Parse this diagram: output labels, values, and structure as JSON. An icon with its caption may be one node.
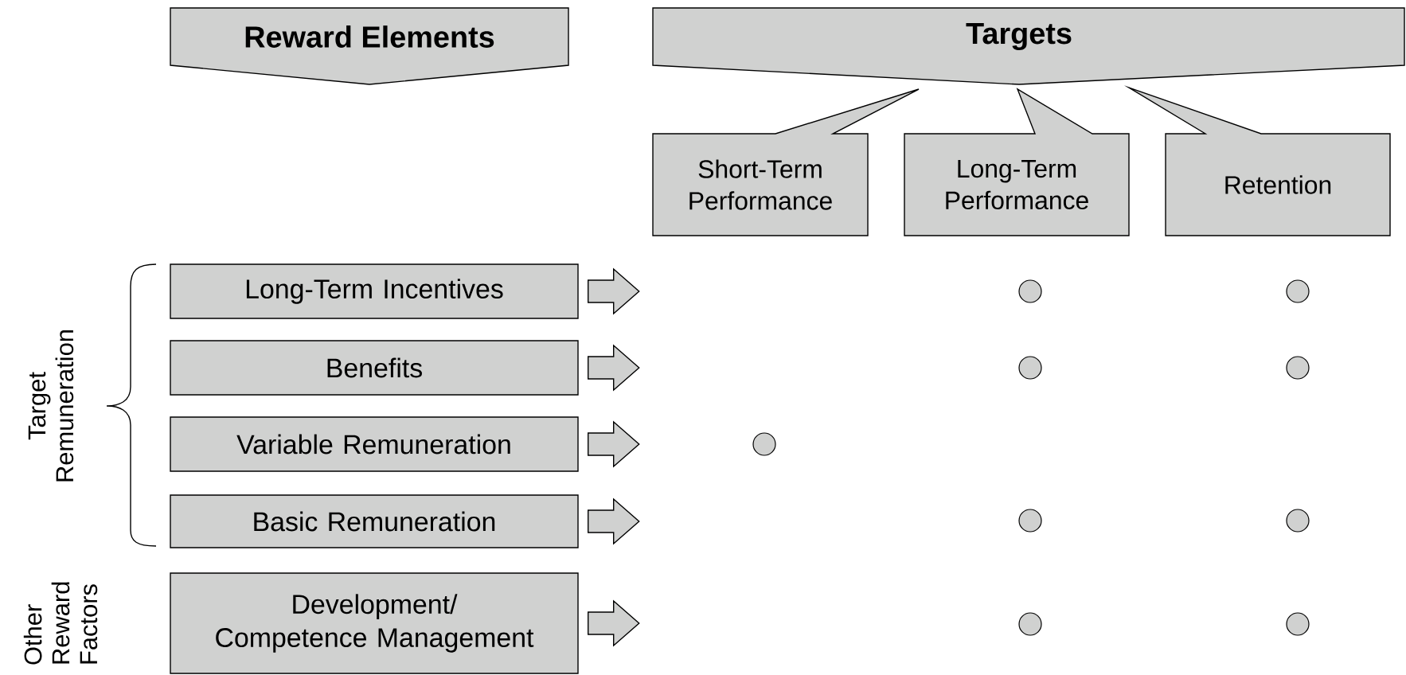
{
  "diagram": {
    "nodes": [
      {
        "text": [
          "Reward Elements"
        ]
      },
      {
        "text": [
          "Targets"
        ]
      },
      {
        "text": [
          "Short-Term Performance"
        ]
      },
      {
        "text": [
          "Long-Term Performance"
        ]
      },
      {
        "text": [
          "Retention"
        ]
      },
      {
        "text": [
          "Long-Term Incentives"
        ]
      },
      {
        "text": [
          "Benefits"
        ]
      },
      {
        "text": [
          "Variable Remuneration"
        ]
      },
      {
        "text": [
          "Basic Remuneration"
        ]
      },
      {
        "text": [
          "Development/ Competence Management"
        ]
      },
      {
        "text": [],
        "shape": "circle"
      },
      {
        "text": [],
        "shape": "circle"
      },
      {
        "text": [],
        "shape": "circle"
      },
      {
        "text": [],
        "shape": "circle"
      },
      {
        "text": [],
        "shape": "circle"
      },
      {
        "text": [],
        "shape": "circle"
      },
      {
        "text": [],
        "shape": "circle"
      },
      {
        "text": [],
        "shape": "circle"
      },
      {
        "text": [],
        "shape": "circle"
      }
    ],
    "edges": [
      {
        "from": 5,
        "to": null,
        "arrow": "to"
      },
      {
        "from": 6,
        "to": null,
        "arrow": "to"
      },
      {
        "from": 7,
        "to": null,
        "arrow": "to"
      },
      {
        "from": 8,
        "to": null,
        "arrow": "to"
      },
      {
        "from": 9,
        "to": null,
        "arrow": "to"
      }
    ],
    "labels": [
      "Target Remuneration",
      "Other Reward Factors"
    ]
  }
}
